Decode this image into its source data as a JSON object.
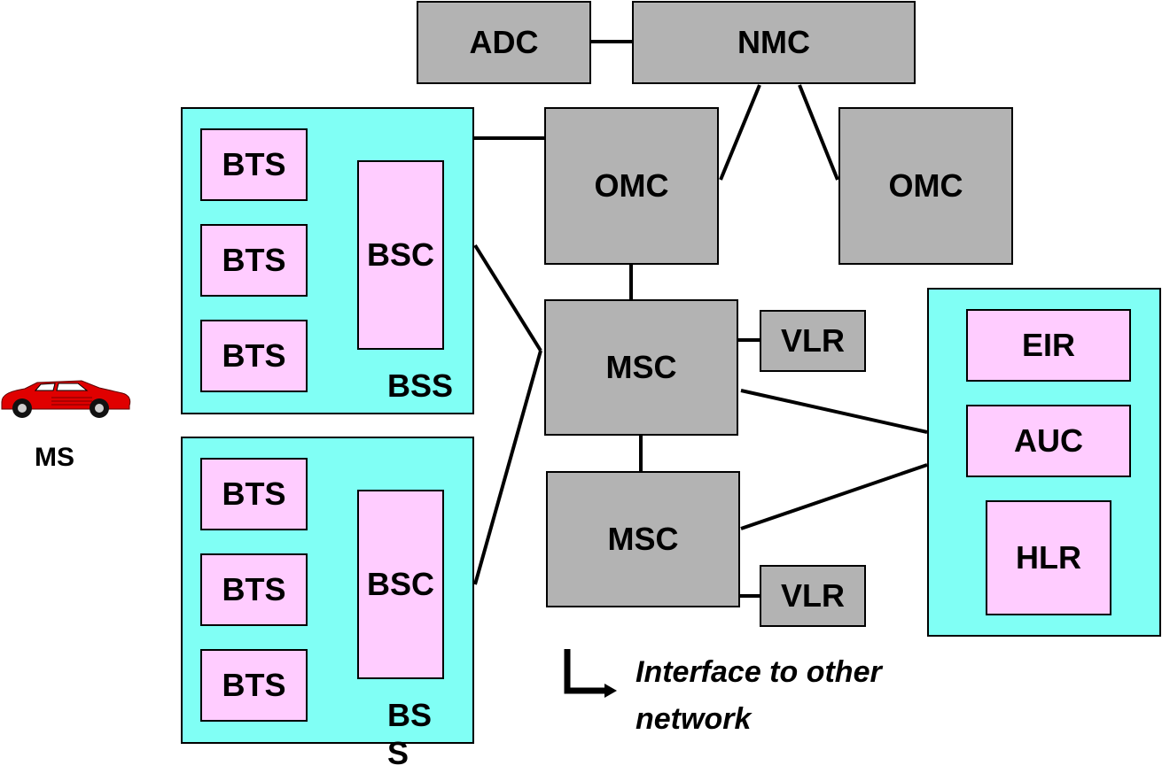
{
  "nodes": {
    "adc": "ADC",
    "nmc": "NMC",
    "omc_1": "OMC",
    "omc_2": "OMC",
    "msc_1": "MSC",
    "msc_2": "MSC",
    "vlr_1": "VLR",
    "vlr_2": "VLR",
    "eir": "EIR",
    "auc": "AUC",
    "hlr": "HLR"
  },
  "bss_1": {
    "label": "BSS",
    "bsc": "BSC",
    "bts": [
      "BTS",
      "BTS",
      "BTS"
    ]
  },
  "bss_2": {
    "label_line1": "BS",
    "label_line2": "S",
    "bsc": "BSC",
    "bts": [
      "BTS",
      "BTS",
      "BTS"
    ]
  },
  "ms": {
    "label": "MS",
    "icon": "car-icon"
  },
  "legend": {
    "icon": "interface-arrow-icon",
    "line1": "Interface to other",
    "line2": "network"
  },
  "colors": {
    "equipment_gray": "#b3b3b3",
    "subsystem_cyan": "#80fff5",
    "component_pink": "#ffccff",
    "car_red": "#e00000"
  }
}
